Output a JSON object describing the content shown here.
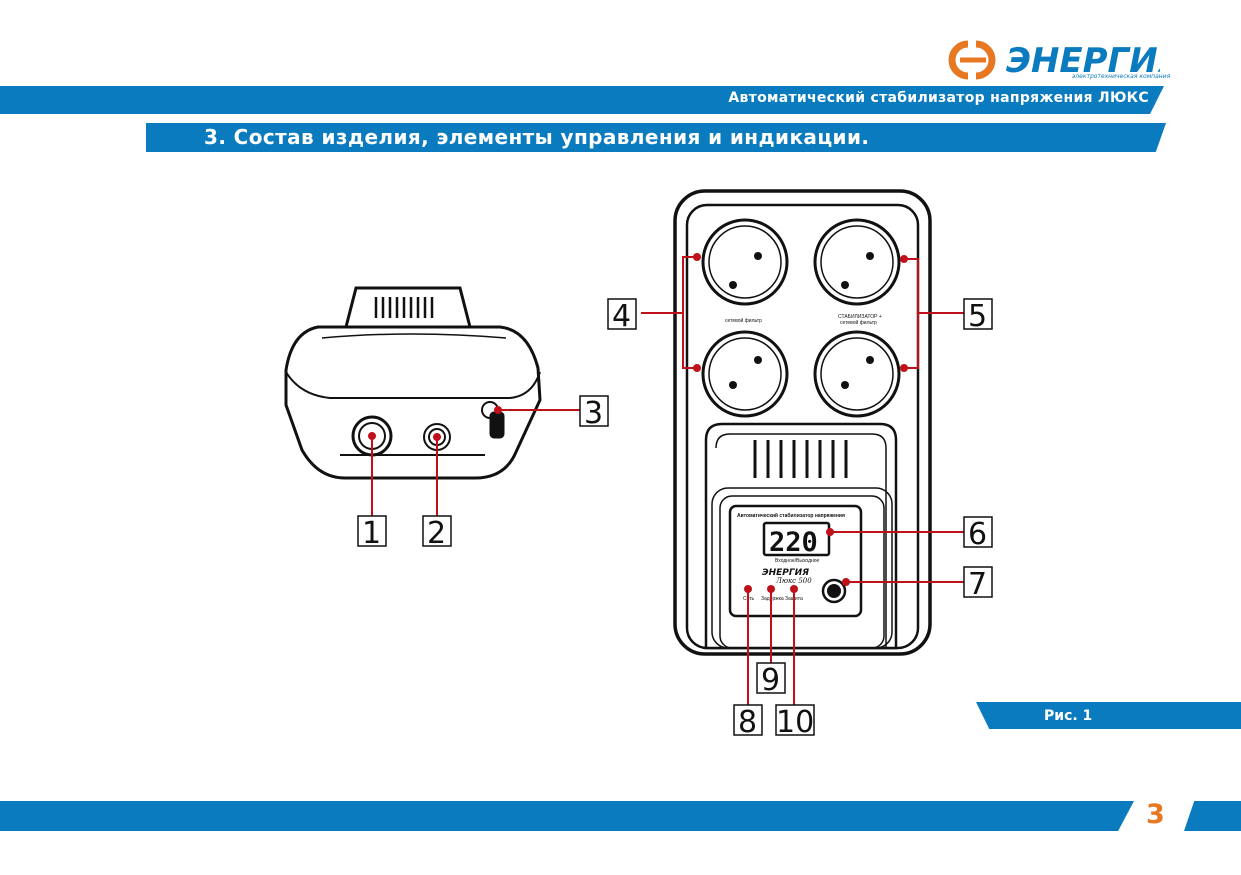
{
  "header": {
    "subtitle": "Автоматический стабилизатор напряжения ЛЮКС",
    "logo_text": "ЭНЕРГИЯ",
    "logo_tagline": "электротехническая компания"
  },
  "section": {
    "title": "3. Состав изделия, элементы управления и индикации."
  },
  "figure": {
    "caption": "Рис. 1",
    "callouts": [
      "1",
      "2",
      "3",
      "4",
      "5",
      "6",
      "7",
      "8",
      "9",
      "10"
    ],
    "socket_label_left": "сетевой фильтр",
    "socket_label_right_1": "СТАБИЛИЗАТОР +",
    "socket_label_right_2": "сетевой фильтр",
    "panel_title": "Автоматический стабилизатор напряжения",
    "display_value": "220",
    "display_caption": "Входное/Выходное",
    "panel_brand": "ЭНЕРГИЯ",
    "panel_model": "Люкс 500",
    "led_labels": [
      "Сеть",
      "Задержка",
      "Защита"
    ]
  },
  "footer": {
    "page_number": "3"
  },
  "colors": {
    "brand_blue": "#0a7bbf",
    "brand_orange": "#e87722",
    "leader_red": "#c0101a"
  }
}
